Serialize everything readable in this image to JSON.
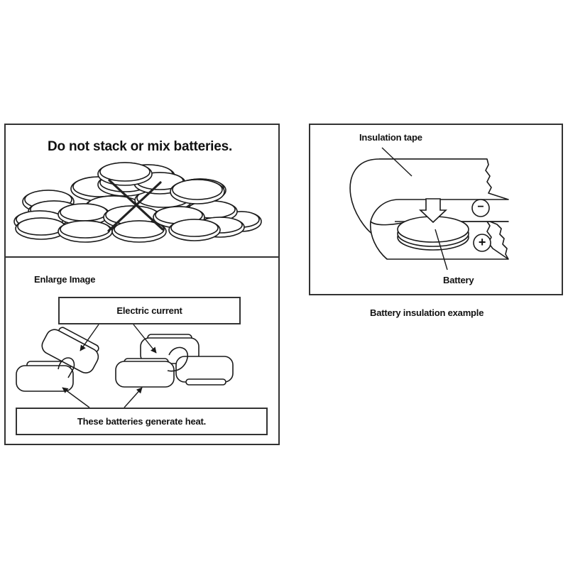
{
  "left_panel": {
    "top_section": {
      "title": "Do not stack or mix batteries."
    },
    "bottom_section": {
      "heading": "Enlarge Image",
      "current_label": "Electric current",
      "heat_label": "These batteries generate heat."
    }
  },
  "right_panel": {
    "tape_label": "Insulation tape",
    "battery_label": "Battery",
    "minus_symbol": "−",
    "plus_symbol": "+",
    "caption": "Battery insulation example"
  },
  "colors": {
    "line": "#1a1a1a",
    "border": "#333333",
    "background": "#ffffff"
  }
}
